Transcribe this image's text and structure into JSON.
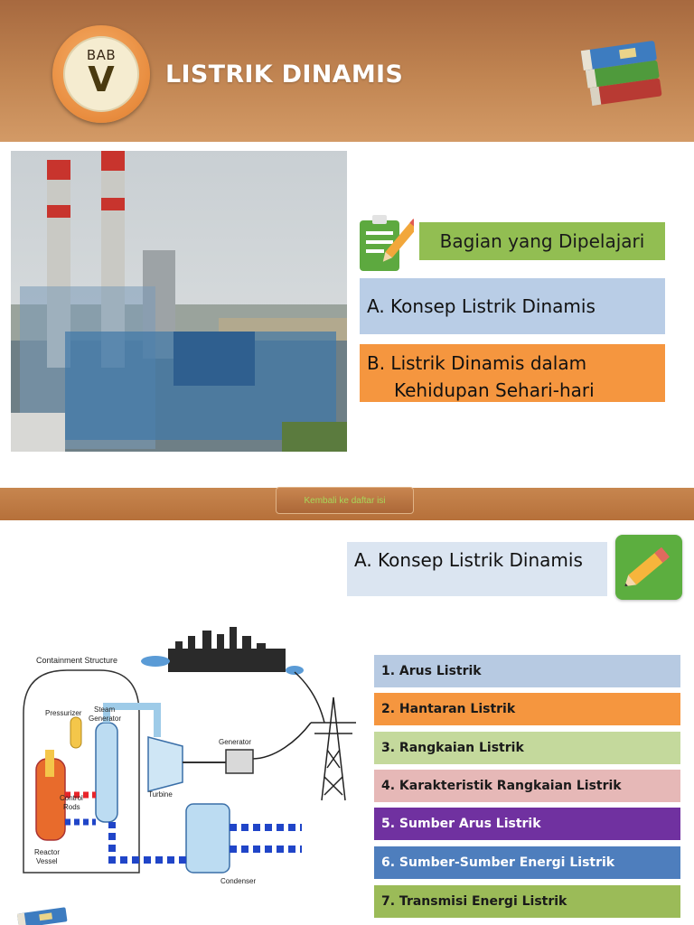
{
  "header": {
    "badge_label": "BAB",
    "badge_number": "V",
    "title": "LISTRIK DINAMIS",
    "icon": "books-icon"
  },
  "overview": {
    "photo": "power-plant-photo",
    "heading_icon": "clipboard-pencil-icon",
    "heading": "Bagian yang Dipelajari",
    "topic_a": "A. Konsep Listrik Dinamis",
    "topic_b_line1": "B. Listrik Dinamis dalam",
    "topic_b_line2": "Kehidupan Sehari-hari"
  },
  "nav": {
    "back_label": "Kembali ke daftar isi"
  },
  "section_a": {
    "heading": "A. Konsep Listrik Dinamis",
    "icon": "pencil-icon",
    "diagram_labels": {
      "containment": "Containment Structure",
      "pressurizer": "Pressurizer",
      "steam_generator_1": "Steam",
      "steam_generator_2": "Generator",
      "generator": "Generator",
      "control_rods_1": "Control",
      "control_rods_2": "Rods",
      "turbine": "Turbine",
      "reactor_1": "Reactor",
      "reactor_2": "Vessel",
      "condenser": "Condenser"
    },
    "items": [
      {
        "label": "1. Arus Listrik",
        "color": "#b7cae2"
      },
      {
        "label": "2. Hantaran Listrik",
        "color": "#f5963f"
      },
      {
        "label": "3. Rangkaian Listrik",
        "color": "#c4d99c"
      },
      {
        "label": "4. Karakteristik Rangkaian Listrik",
        "color": "#e6b8b7"
      },
      {
        "label": "5. Sumber Arus Listrik",
        "color": "#7031a0"
      },
      {
        "label": "6. Sumber-Sumber Energi Listrik",
        "color": "#4e7ebd"
      },
      {
        "label": "7. Transmisi Energi Listrik",
        "color": "#9bbb58"
      }
    ]
  }
}
